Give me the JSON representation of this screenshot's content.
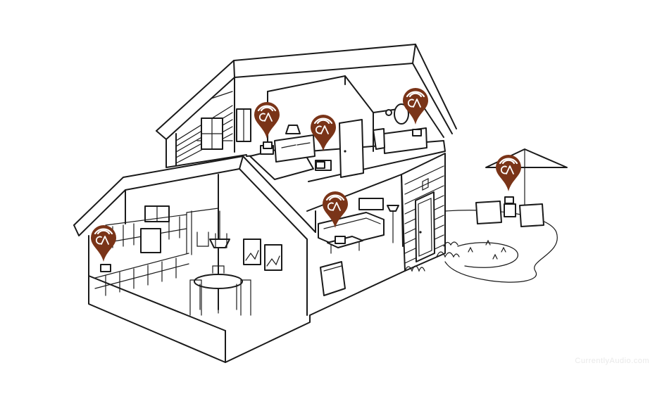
{
  "colors": {
    "pin": "#7a3418",
    "outline": "#1a1a1a",
    "background": "#ffffff"
  },
  "pins": [
    {
      "id": "bedroom-left",
      "icon": "wifi-pin-icon"
    },
    {
      "id": "bedroom-center",
      "icon": "wifi-pin-icon"
    },
    {
      "id": "bathroom",
      "icon": "wifi-pin-icon"
    },
    {
      "id": "patio",
      "icon": "wifi-pin-icon"
    },
    {
      "id": "living-room",
      "icon": "wifi-pin-icon"
    },
    {
      "id": "kitchen",
      "icon": "wifi-pin-icon"
    }
  ],
  "watermark": "CurrentlyAudio.com"
}
